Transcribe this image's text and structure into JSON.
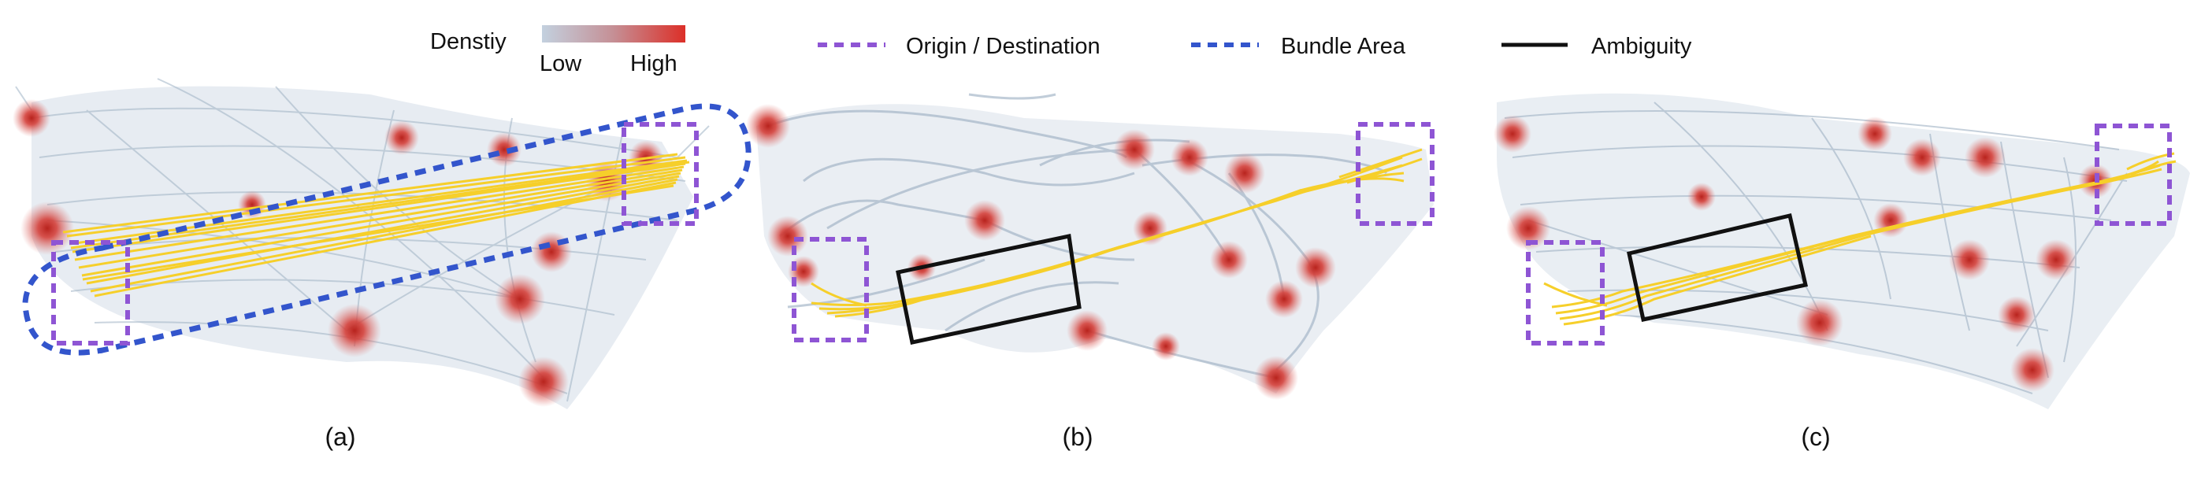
{
  "legend": {
    "density_title": "Denstiy",
    "density_low": "Low",
    "density_high": "High",
    "origin_destination": "Origin / Destination",
    "bundle_area": "Bundle Area",
    "ambiguity": "Ambiguity"
  },
  "panels": [
    {
      "id": "a",
      "caption": "(a)"
    },
    {
      "id": "b",
      "caption": "(b)"
    },
    {
      "id": "c",
      "caption": "(c)"
    }
  ],
  "colors": {
    "density_low": "#c3d1df",
    "density_high": "#dc2f28",
    "edge_gray": "#9fb2c4",
    "highlight_yellow": "#f6cf2a",
    "origin_destination": "#8e55d4",
    "bundle_area": "#3355cc",
    "ambiguity": "#111111"
  }
}
